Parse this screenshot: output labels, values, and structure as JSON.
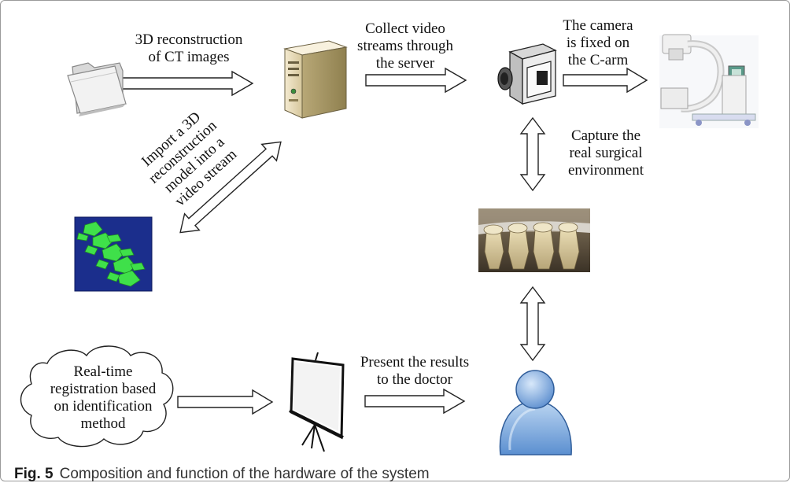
{
  "labels": {
    "reconstruct": [
      "3D reconstruction",
      "of CT images"
    ],
    "collect": [
      "Collect video",
      "streams through",
      "the server"
    ],
    "camera_fixed": [
      "The camera",
      "is fixed on",
      "the C-arm"
    ],
    "capture": [
      "Capture the",
      "real surgical",
      "environment"
    ],
    "import": [
      "Import a 3D",
      "reconstruction",
      "model into a",
      "video stream"
    ],
    "registration": [
      "Real-time",
      "registration based",
      "on identification",
      "method"
    ],
    "present": [
      "Present the results",
      "to the doctor"
    ]
  },
  "caption": {
    "fig": "Fig. 5",
    "text": "Composition and function of the hardware of the system"
  },
  "icons": [
    "folder-icon",
    "server-icon",
    "camcorder-icon",
    "c-arm-icon",
    "spine-model-icon",
    "spine-photo-icon",
    "projector-screen-icon",
    "user-icon",
    "cloud-shape"
  ]
}
